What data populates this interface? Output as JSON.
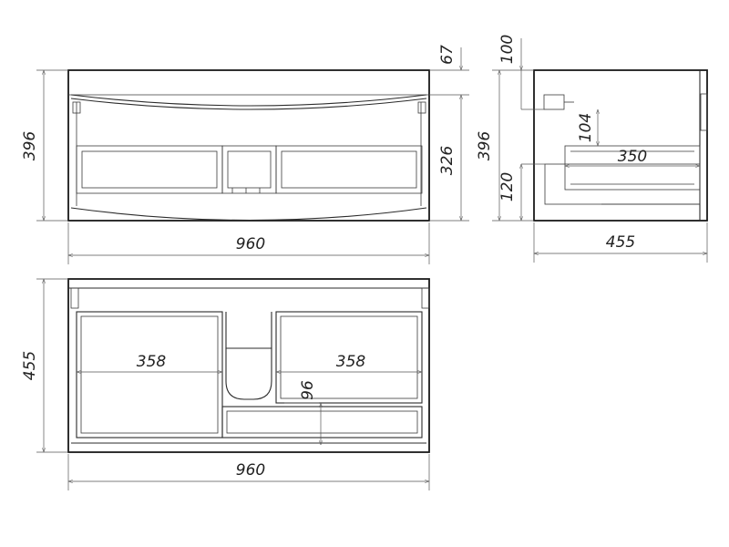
{
  "dimensions": {
    "front_width": "960",
    "front_height": "396",
    "front_top_gap": "67",
    "front_inner_height": "326",
    "side_depth": "455",
    "side_height": "396",
    "side_top_offset": "100",
    "side_drawer_height": "104",
    "side_drawer_depth": "350",
    "side_bottom_offset": "120",
    "plan_width": "960",
    "plan_depth": "455",
    "plan_left_width": "358",
    "plan_right_width": "358",
    "plan_bottom_depth": "96"
  }
}
